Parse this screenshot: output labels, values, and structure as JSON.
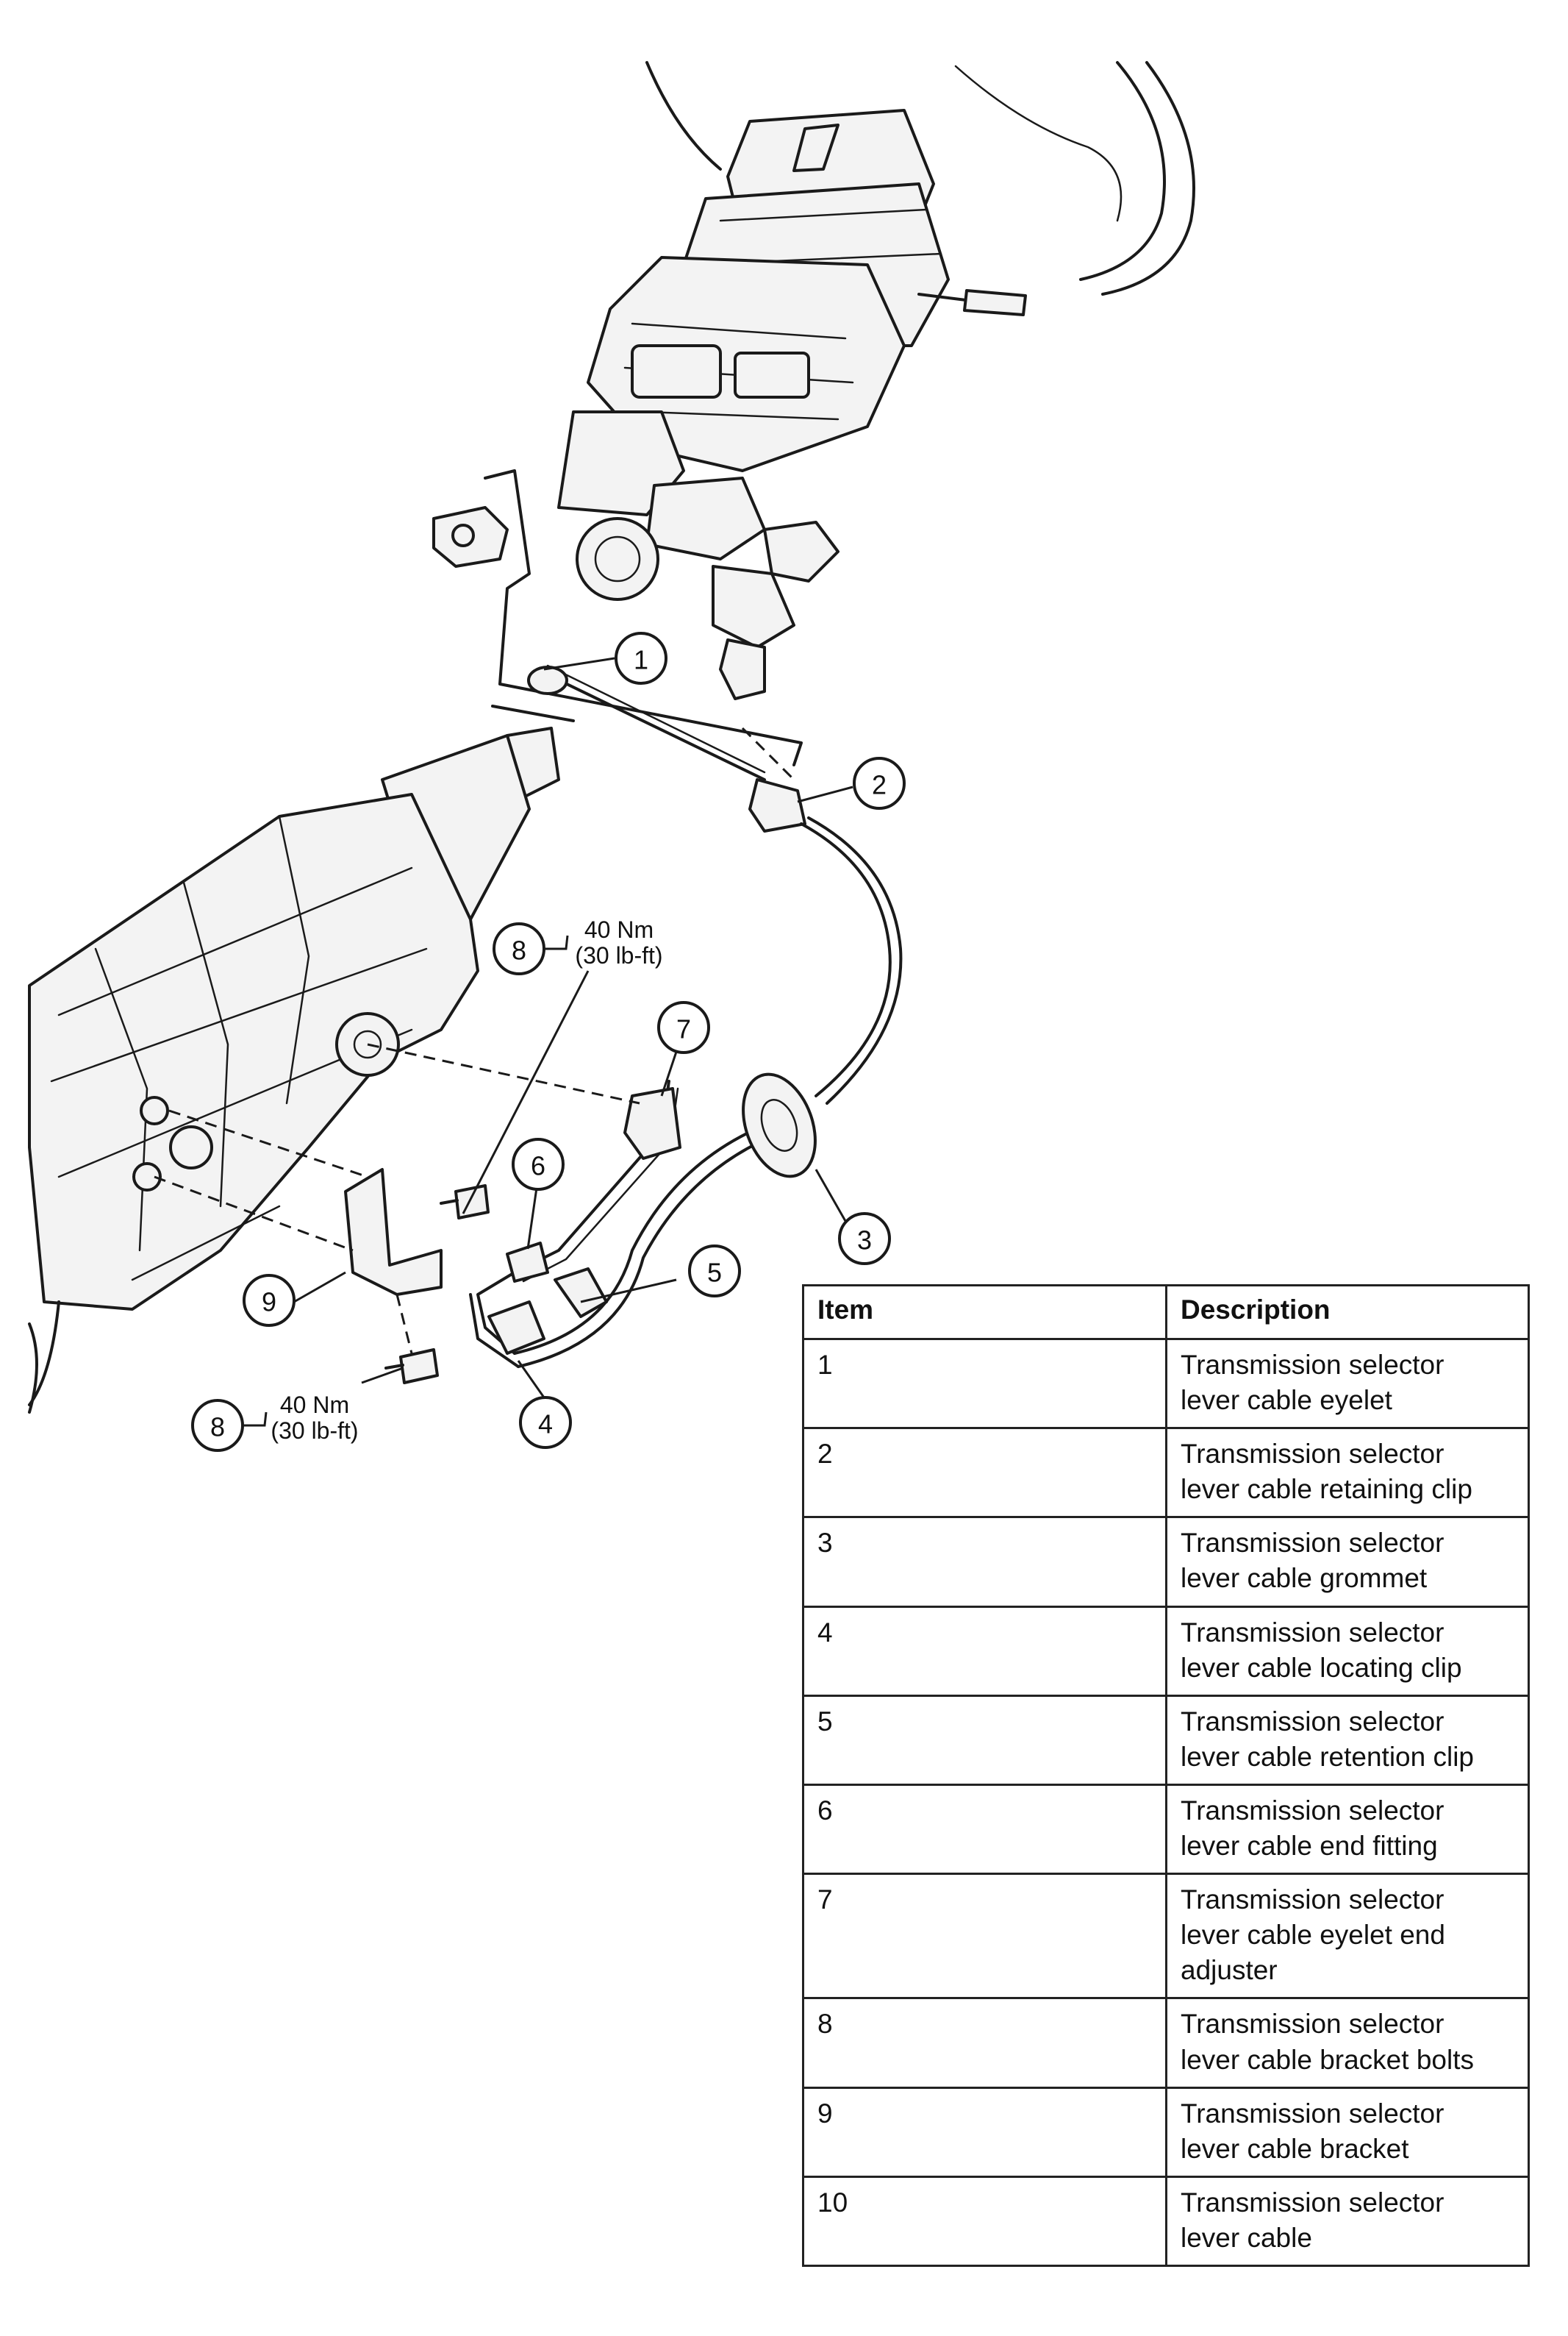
{
  "callouts": {
    "c1": "1",
    "c2": "2",
    "c3": "3",
    "c4": "4",
    "c5": "5",
    "c6": "6",
    "c7": "7",
    "c8_upper": "8",
    "c8_lower": "8",
    "c9": "9"
  },
  "torque_specs": {
    "upper": {
      "metric": "40 Nm",
      "imperial": "(30 lb-ft)"
    },
    "lower": {
      "metric": "40 Nm",
      "imperial": "(30 lb-ft)"
    }
  },
  "legend": {
    "header_item": "Item",
    "header_description": "Description",
    "rows": [
      {
        "item": "1",
        "description": "Transmission selector\nlever cable eyelet"
      },
      {
        "item": "2",
        "description": "Transmission selector\nlever cable retaining clip"
      },
      {
        "item": "3",
        "description": "Transmission selector\nlever cable grommet"
      },
      {
        "item": "4",
        "description": "Transmission selector\nlever cable locating clip"
      },
      {
        "item": "5",
        "description": "Transmission selector\nlever cable retention clip"
      },
      {
        "item": "6",
        "description": "Transmission selector\nlever cable end fitting"
      },
      {
        "item": "7",
        "description": "Transmission selector\nlever cable eyelet end\nadjuster"
      },
      {
        "item": "8",
        "description": "Transmission selector\nlever cable bracket bolts"
      },
      {
        "item": "9",
        "description": "Transmission selector\nlever cable bracket"
      },
      {
        "item": "10",
        "description": "Transmission selector\nlever cable"
      }
    ]
  }
}
